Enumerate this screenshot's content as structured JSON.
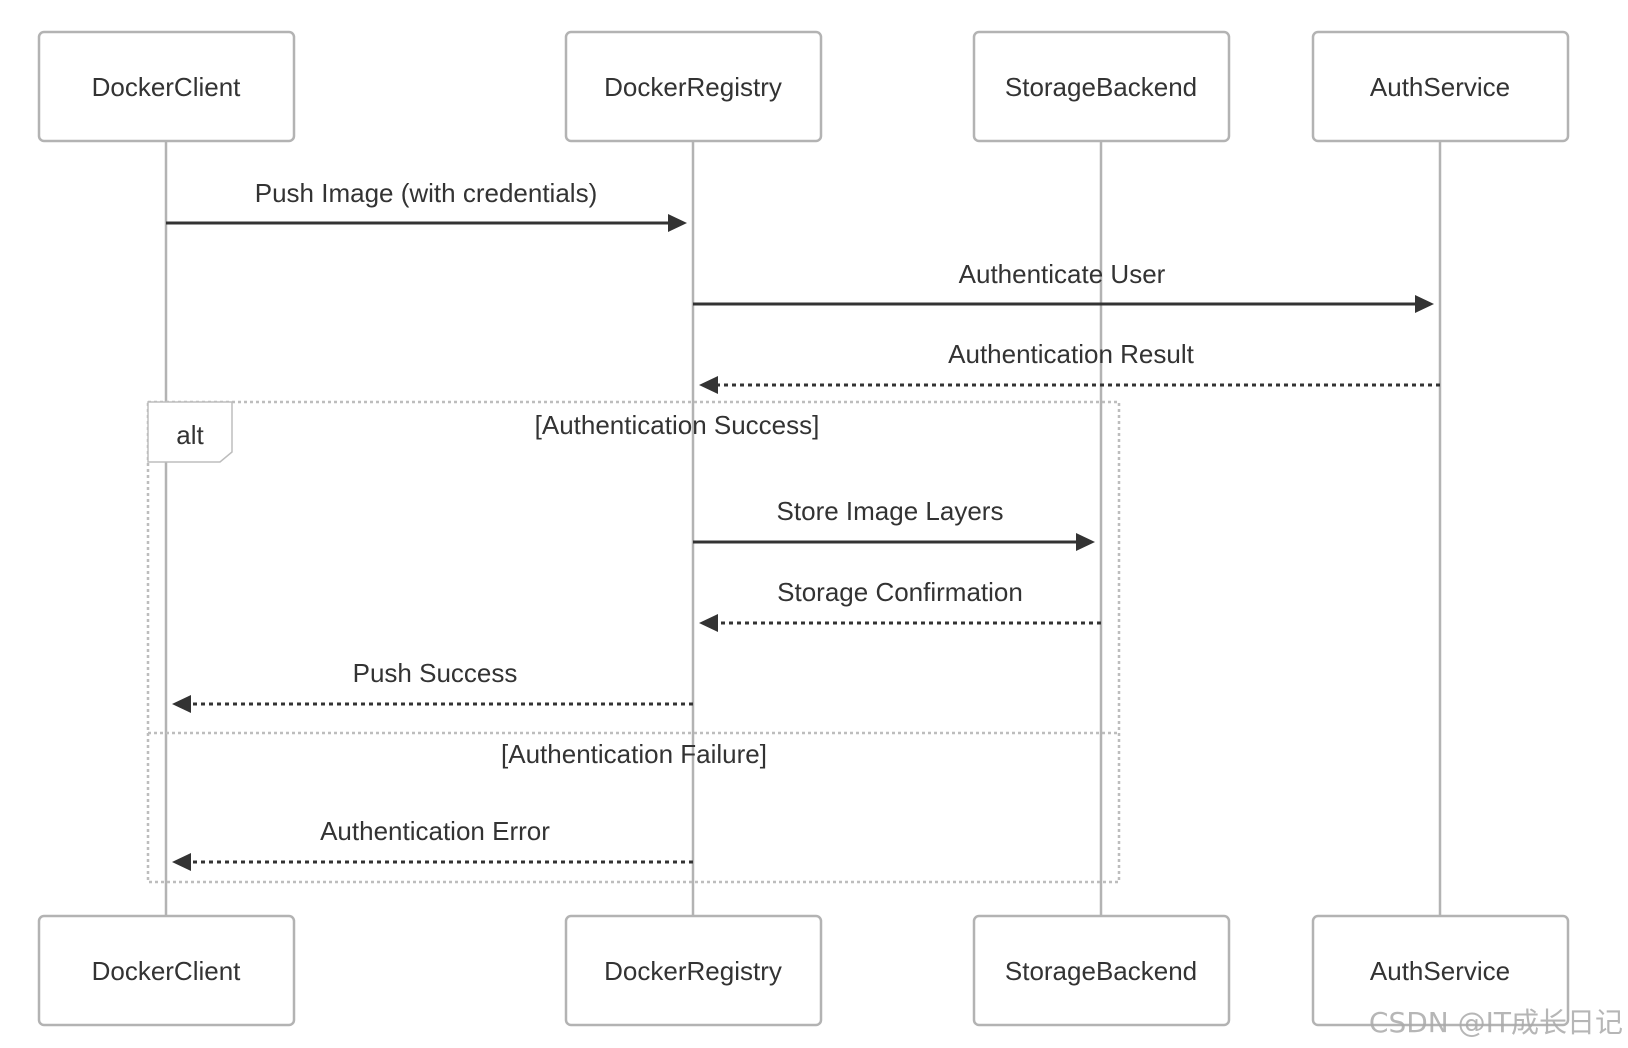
{
  "participants": [
    {
      "id": "client",
      "label": "DockerClient"
    },
    {
      "id": "registry",
      "label": "DockerRegistry"
    },
    {
      "id": "storage",
      "label": "StorageBackend"
    },
    {
      "id": "auth",
      "label": "AuthService"
    }
  ],
  "messages": [
    {
      "id": "push-image",
      "from": "client",
      "to": "registry",
      "label": "Push Image (with credentials)",
      "style": "solid"
    },
    {
      "id": "authenticate",
      "from": "registry",
      "to": "auth",
      "label": "Authenticate User",
      "style": "solid"
    },
    {
      "id": "auth-result",
      "from": "auth",
      "to": "registry",
      "label": "Authentication Result",
      "style": "dashed"
    },
    {
      "id": "store-layers",
      "from": "registry",
      "to": "storage",
      "label": "Store Image Layers",
      "style": "solid"
    },
    {
      "id": "storage-confirm",
      "from": "storage",
      "to": "registry",
      "label": "Storage Confirmation",
      "style": "dashed"
    },
    {
      "id": "push-success",
      "from": "registry",
      "to": "client",
      "label": "Push Success",
      "style": "dashed"
    },
    {
      "id": "auth-error",
      "from": "registry",
      "to": "client",
      "label": "Authentication Error",
      "style": "dashed"
    }
  ],
  "alt_frame": {
    "tag": "alt",
    "guards": [
      "[Authentication Success]",
      "[Authentication Failure]"
    ]
  },
  "watermark": "CSDN @IT成长日记"
}
